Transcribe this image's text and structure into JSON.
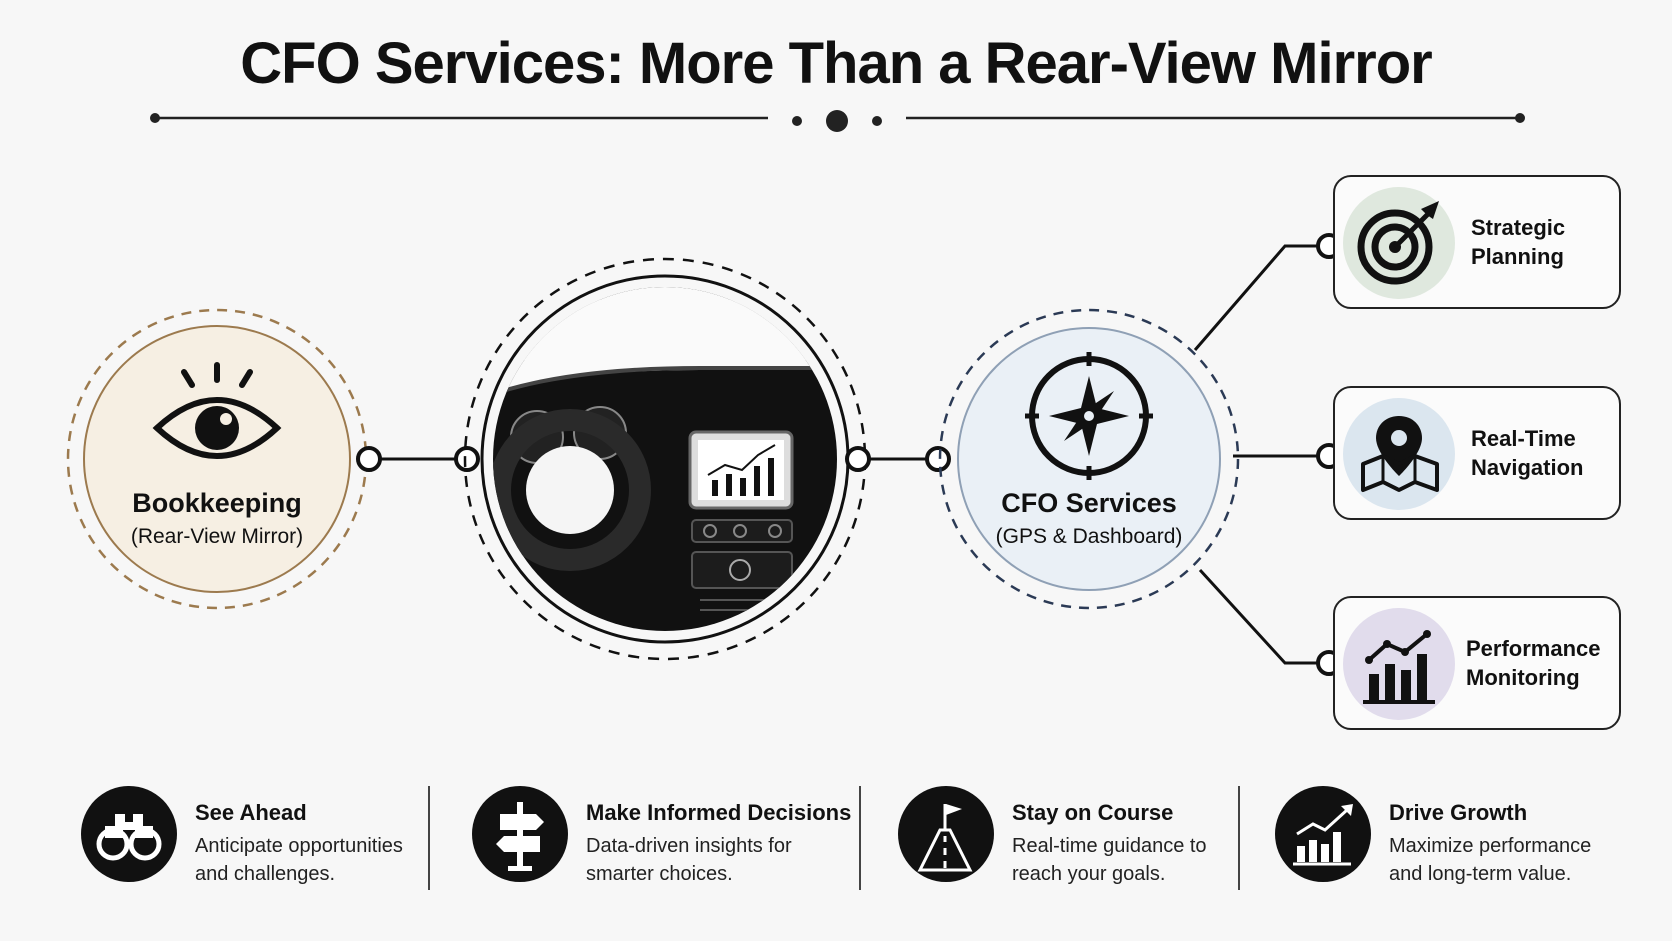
{
  "title": "CFO Services: More Than a Rear-View Mirror",
  "bookkeeping": {
    "label": "Bookkeeping",
    "sublabel": "(Rear-View Mirror)"
  },
  "dashboard_image": {
    "icon": "car-dashboard-illustration"
  },
  "cfo_services": {
    "label": "CFO Services",
    "sublabel": "(GPS & Dashboard)"
  },
  "branches": [
    {
      "label": "Strategic\nPlanning",
      "icon": "target-icon",
      "color": "#dfe8de"
    },
    {
      "label": "Real-Time\nNavigation",
      "icon": "map-pin-icon",
      "color": "#dbe6ef"
    },
    {
      "label": "Performance\nMonitoring",
      "icon": "bar-chart-icon",
      "color": "#e1dcec"
    }
  ],
  "benefits": [
    {
      "title": "See Ahead",
      "description": "Anticipate opportunities\nand challenges.",
      "icon": "binoculars-icon"
    },
    {
      "title": "Make Informed Decisions",
      "description": "Data-driven insights for\nsmarter choices.",
      "icon": "signpost-icon"
    },
    {
      "title": "Stay on Course",
      "description": "Real-time guidance to\nreach your goals.",
      "icon": "road-flag-icon"
    },
    {
      "title": "Drive Growth",
      "description": "Maximize performance\nand long-term value.",
      "icon": "growth-chart-icon"
    }
  ],
  "colors": {
    "bookkeeping_fill": "#f6efe3",
    "bookkeeping_ring": "#9c7a4e",
    "cfo_fill": "#eaf0f6",
    "cfo_ring": "#2b3a55",
    "ink": "#111111"
  }
}
